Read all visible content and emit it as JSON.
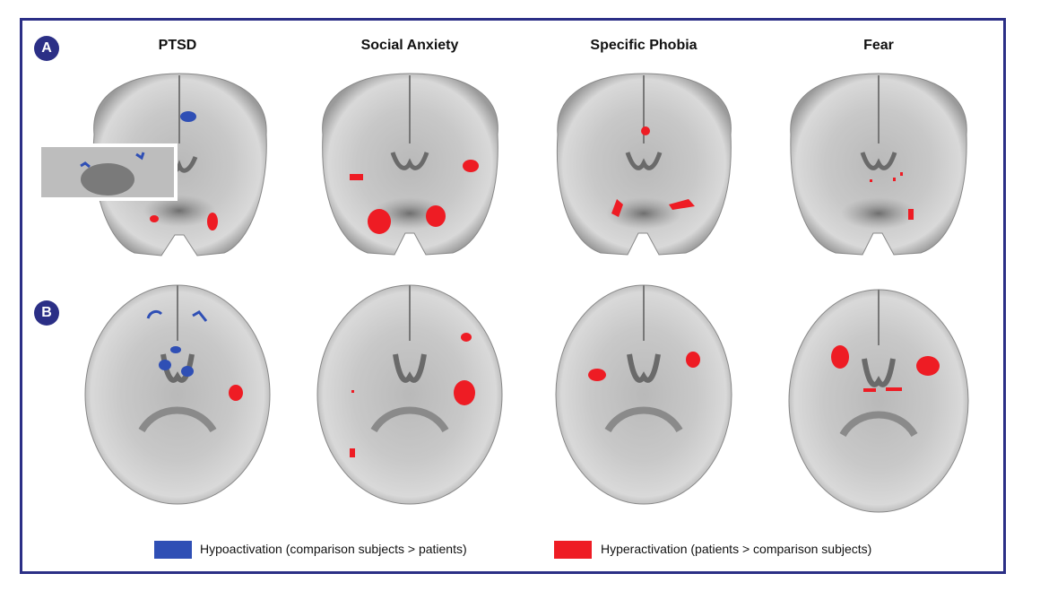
{
  "panels": {
    "a": "A",
    "b": "B"
  },
  "columns": [
    "PTSD",
    "Social Anxiety",
    "Specific Phobia",
    "Fear"
  ],
  "legend": {
    "hypo": {
      "label": "Hypoactivation (comparison subjects > patients)",
      "color": "#2f4fb5"
    },
    "hyper": {
      "label": "Hyperactivation (patients > comparison subjects)",
      "color": "#ee1c24"
    }
  },
  "colors": {
    "border": "#2b2f86",
    "activation_red": "#ee1c24",
    "activation_blue": "#2f4fb5"
  }
}
